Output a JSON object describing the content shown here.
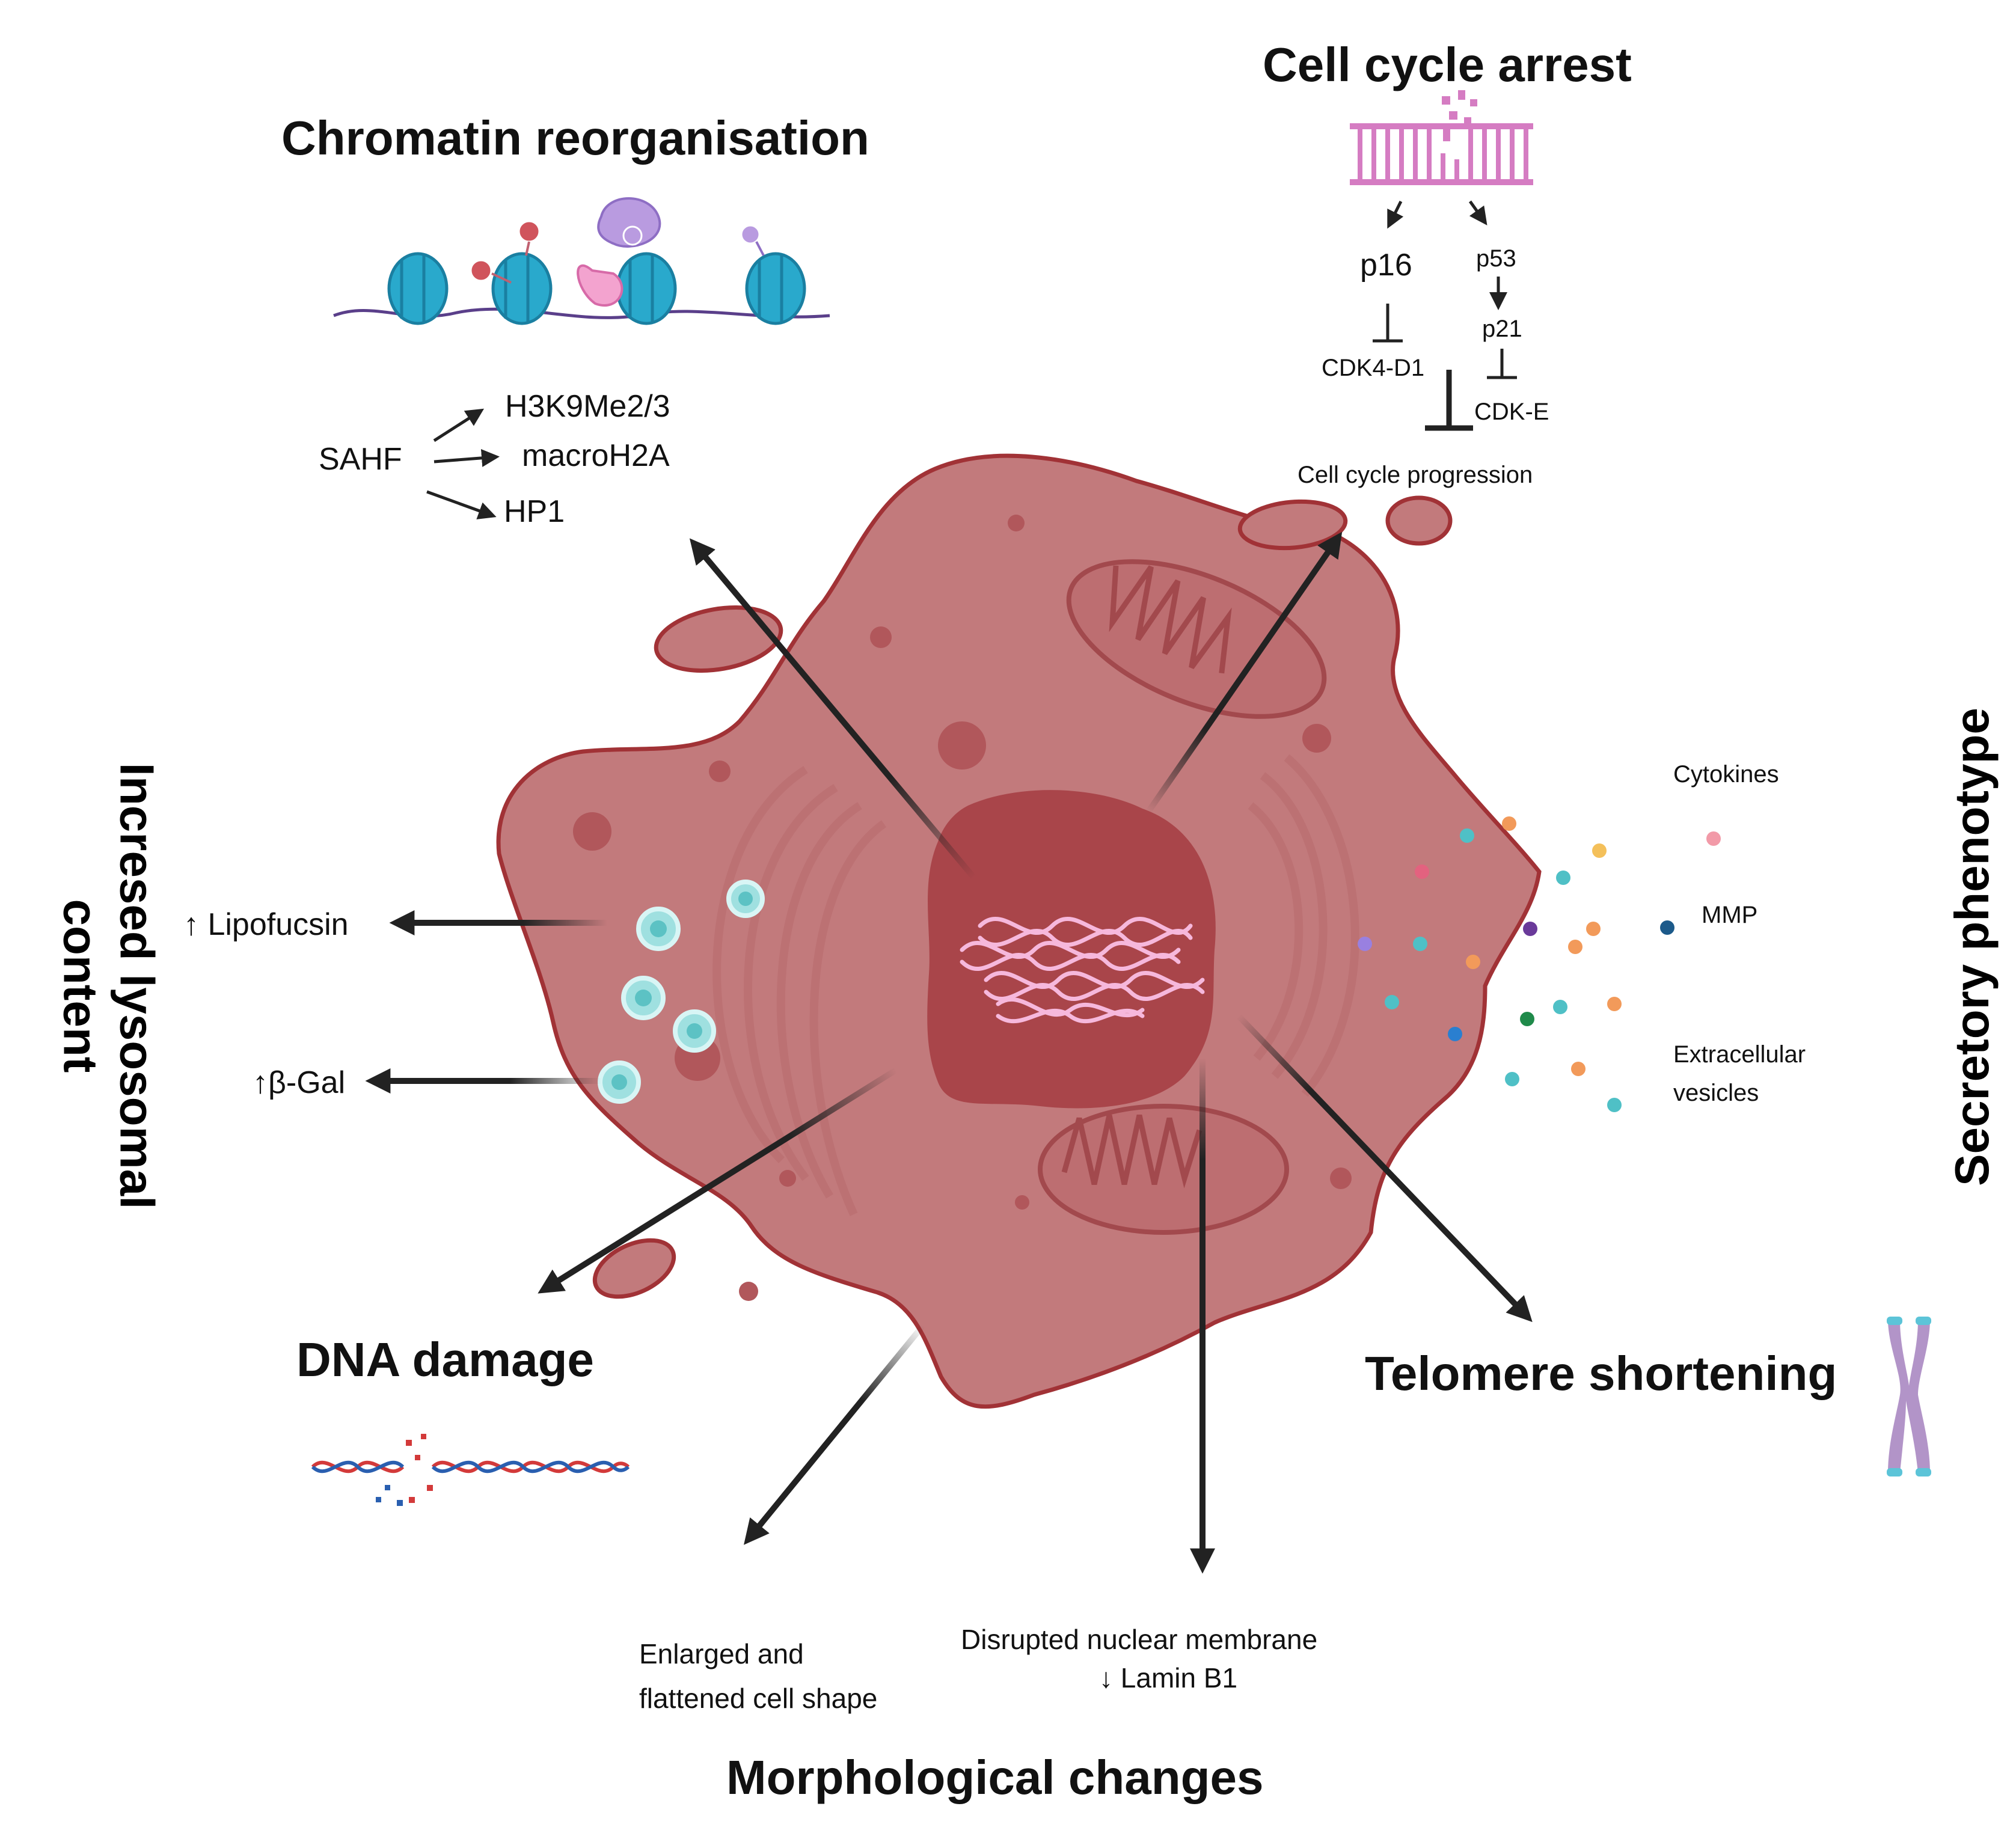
{
  "colors": {
    "cell": "#c27a7c",
    "cell_outline": "#a13236",
    "nucleus": "#a9454a",
    "organelle": "#b76366",
    "chromatin": "#f6b8dc",
    "lysosome": "#9fe0e0",
    "nucleosome": "#29a9cc",
    "arrow": "#222222",
    "dna_strand": "#f085bf",
    "chromosome": "#b294c8"
  },
  "icons": {
    "nucleosomes": "nucleosome-chain-icon",
    "dna_break": "broken-dna-icon",
    "chromosome": "chromosome-icon",
    "ladder": "cell-cycle-dna-icon"
  },
  "labels": {
    "chromatin_title": "Chromatin reorganisation",
    "cell_cycle_title": "Cell cycle arrest",
    "secretory_title": "Secretory phenotype",
    "lysosomal_title_line1": "Incresed lysosomal",
    "lysosomal_title_line2": "content",
    "dna_damage_title": "DNA damage",
    "telomere_title": "Telomere shortening",
    "morph_title": "Morphological changes",
    "sahf": "SAHF",
    "h3k9": "H3K9Me2/3",
    "macroh2a": "macroH2A",
    "hp1": "HP1",
    "p16": "p16",
    "p53": "p53",
    "p21": "p21",
    "cdk4": "CDK4-D1",
    "cdke": "CDK-E",
    "progression": "Cell cycle progression",
    "cytokines": "Cytokines",
    "mmp": "MMP",
    "ev_line1": "Extracellular",
    "ev_line2": "vesicles",
    "lipofuscin": "↑ Lipofucsin",
    "bgal": "↑β-Gal",
    "enlarged_line1": "Enlarged and",
    "enlarged_line2": "flattened cell shape",
    "disrupted_line1": "Disrupted  nuclear membrane",
    "disrupted_line2": "↓ Lamin B1"
  }
}
